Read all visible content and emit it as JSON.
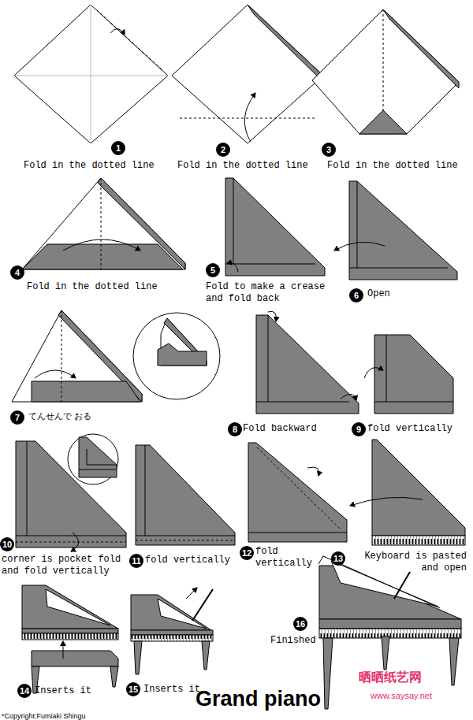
{
  "diagram": {
    "title": "Grand piano",
    "labels": [
      "1",
      "Fold in the dotted line",
      "2",
      "Fold in the dotted line",
      "3",
      "Fold in the dotted line",
      "4",
      "Fold in the dotted line",
      "5",
      "Fold to make a crease and fold back",
      "6",
      "Open",
      "7",
      "てんせんで おる",
      "8",
      "Fold backward",
      "9",
      "fold vertically",
      "10",
      "corner is pocket fold and fold vertically",
      "11",
      "fold vertically",
      "12",
      "fold vertically",
      "13",
      "Keyboard is pasted and open",
      "14",
      "Inserts it",
      "15",
      "Inserts it",
      "16",
      "Finished",
      "*Copyright:Fumiaki Shingu",
      "晒晒纸艺网",
      "www.saysay.net"
    ]
  }
}
